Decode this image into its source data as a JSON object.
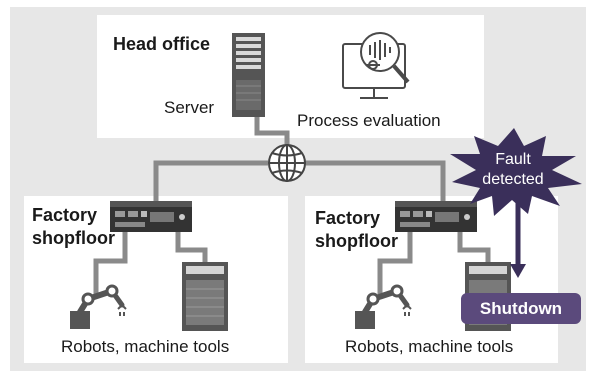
{
  "head_office": {
    "title": "Head office",
    "server_label": "Server",
    "evaluation_label": "Process evaluation"
  },
  "factory_left": {
    "title_line1": "Factory",
    "title_line2": "shopfloor",
    "caption": "Robots, machine tools"
  },
  "factory_right": {
    "title_line1": "Factory",
    "title_line2": "shopfloor",
    "caption": "Robots, machine tools"
  },
  "alert": {
    "line1": "Fault",
    "line2": "detected"
  },
  "shutdown_label": "Shutdown",
  "icons": {
    "server": "server-tower-icon",
    "evaluation": "monitor-magnifier-icon",
    "network": "globe-network-icon",
    "controller": "industrial-pc-icon",
    "robot": "robot-arm-icon",
    "machine": "machine-tool-icon",
    "alert": "starburst-icon"
  },
  "colors": {
    "background": "#e7e7e7",
    "panel": "#ffffff",
    "connector": "#8a8a8a",
    "alert": "#3a2f5a",
    "shutdown": "#5b4a7c"
  }
}
